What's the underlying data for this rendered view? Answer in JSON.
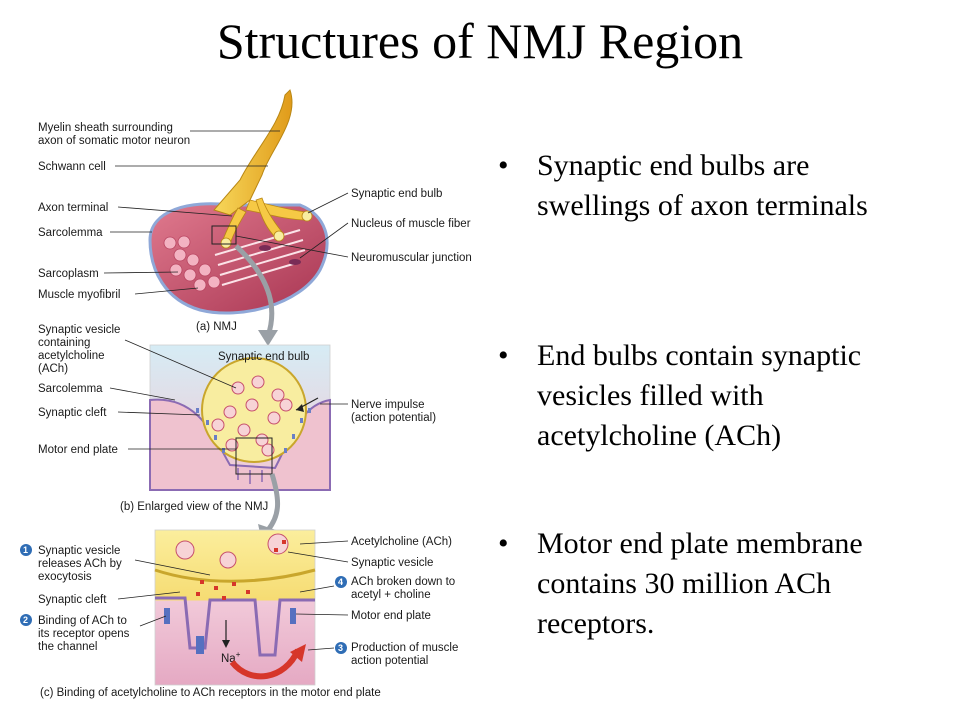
{
  "title": "Structures of NMJ Region",
  "bullets": [
    {
      "line1": "Synaptic end bulbs are",
      "line2": "swellings of axon terminals"
    },
    {
      "line1": "End bulbs contain synaptic",
      "line2": "vesicles filled with",
      "line3": "acetylcholine (ACh)"
    },
    {
      "line1": "Motor end plate membrane",
      "line2": "contains 30 million ACh",
      "line3": "receptors."
    }
  ],
  "figure": {
    "panel_a": {
      "caption": "(a) NMJ",
      "labels_left": {
        "myelin_1": "Myelin sheath surrounding",
        "myelin_2": "axon of somatic motor neuron",
        "schwann": "Schwann cell",
        "axon_terminal": "Axon terminal",
        "sarcolemma": "Sarcolemma",
        "sarcoplasm": "Sarcoplasm",
        "myofibril": "Muscle myofibril"
      },
      "labels_right": {
        "end_bulb": "Synaptic end bulb",
        "nucleus": "Nucleus of muscle fiber",
        "nmj": "Neuromuscular junction"
      }
    },
    "panel_b": {
      "caption": "(b) Enlarged view of the NMJ",
      "inner_label": "Synaptic end bulb",
      "labels_left": {
        "vesicle_1": "Synaptic vesicle",
        "vesicle_2": "containing",
        "vesicle_3": "acetylcholine",
        "vesicle_4": "(ACh)",
        "sarcolemma": "Sarcolemma",
        "cleft": "Synaptic cleft",
        "end_plate": "Motor end plate"
      },
      "labels_right": {
        "impulse_1": "Nerve impulse",
        "impulse_2": "(action potential)"
      }
    },
    "panel_c": {
      "caption": "(c) Binding of acetylcholine to ACh receptors in the motor end plate",
      "labels_left": {
        "step1_1": "Synaptic vesicle",
        "step1_2": "releases ACh by",
        "step1_3": "exocytosis",
        "cleft": "Synaptic cleft",
        "step2_1": "Binding of ACh to",
        "step2_2": "its receptor opens",
        "step2_3": "the channel"
      },
      "labels_right": {
        "ach": "Acetylcholine (ACh)",
        "vesicle": "Synaptic vesicle",
        "step4_1": "ACh broken down to",
        "step4_2": "acetyl + choline",
        "end_plate": "Motor end plate",
        "step3_1": "Production of muscle",
        "step3_2": "action potential"
      },
      "ion": "Na",
      "ion_charge": "+",
      "step_numbers": {
        "s1": "1",
        "s2": "2",
        "s3": "3",
        "s4": "4"
      }
    }
  },
  "colors": {
    "myelin": "#f2c230",
    "muscle": "#c8546e",
    "sarcolemma": "#8fa8d8",
    "end_bulb": "#f8eda0",
    "cytoplasm_b": "#c9e3ef",
    "muscle_pink": "#eec7cf",
    "panel_c_bg": "#f7e58a",
    "step_badge": "#2f6db5",
    "arrow_red": "#d6362a"
  }
}
